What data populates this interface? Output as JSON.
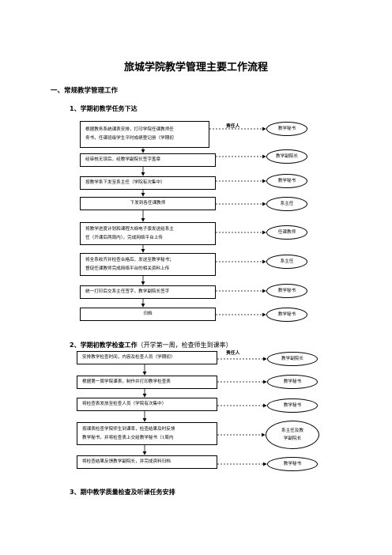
{
  "title": "旅城学院教学管理主要工作流程",
  "section1": {
    "heading": "一、常规教学管理工作",
    "sub1": {
      "heading": "1、学期初教学任务下达",
      "responsible_label": "责任人",
      "steps": [
        {
          "text": "根据教务系统课表安排，打印学院任课教师任\n务书，任课班级学生平时成绩登记册（学期初",
          "role": "教学秘书"
        },
        {
          "text": "经审核无误后，经教学副院长签字盖章",
          "role": "教学副院长"
        },
        {
          "text": "按教学系下发至系主任（学院有次集中）",
          "role": "教学秘书"
        },
        {
          "text": "下发到各任课教师",
          "role": "系主任"
        },
        {
          "text": "将教学进度计划和课程大纲电子版发送给系主\n任（开课后两周内），完成网络平台上传",
          "role": "任课教师"
        },
        {
          "text": "将全系收齐并检查合格后，发送至教学秘书；\n督促任课教师完成网络平台的相关资料上传",
          "role": "系主任"
        },
        {
          "text": "统一打印后交系主任签字，教学副院长签字",
          "role": "教学秘书"
        },
        {
          "text": "归档",
          "role": "教学秘书"
        }
      ]
    },
    "sub2": {
      "heading": "2、学期初教学检查工作",
      "note": "（开学第一周，检查师生到课率）",
      "responsible_label": "责任人",
      "steps": [
        {
          "text": "安排教学检查时间，内容及检查人员（学期初）",
          "role": "教学副院长"
        },
        {
          "text": "根据第一周学院课表，制作并打印教学检查表",
          "role": "教学秘书"
        },
        {
          "text": "将检查表发放至检查人员（学院有次集中）",
          "role": "教学秘书"
        },
        {
          "text": "按课表检查学院师生到课率，检查结果及时反馈\n教学秘书，并将检查表上交给教学秘书（1周内",
          "role": "系主任及教\n学副院长"
        },
        {
          "text": "将检查结果反馈教学副院长，并完成资料归档",
          "role": "教学秘书"
        }
      ]
    },
    "sub3": {
      "heading": "3、期中教学质量检查及听课任务安排"
    }
  }
}
